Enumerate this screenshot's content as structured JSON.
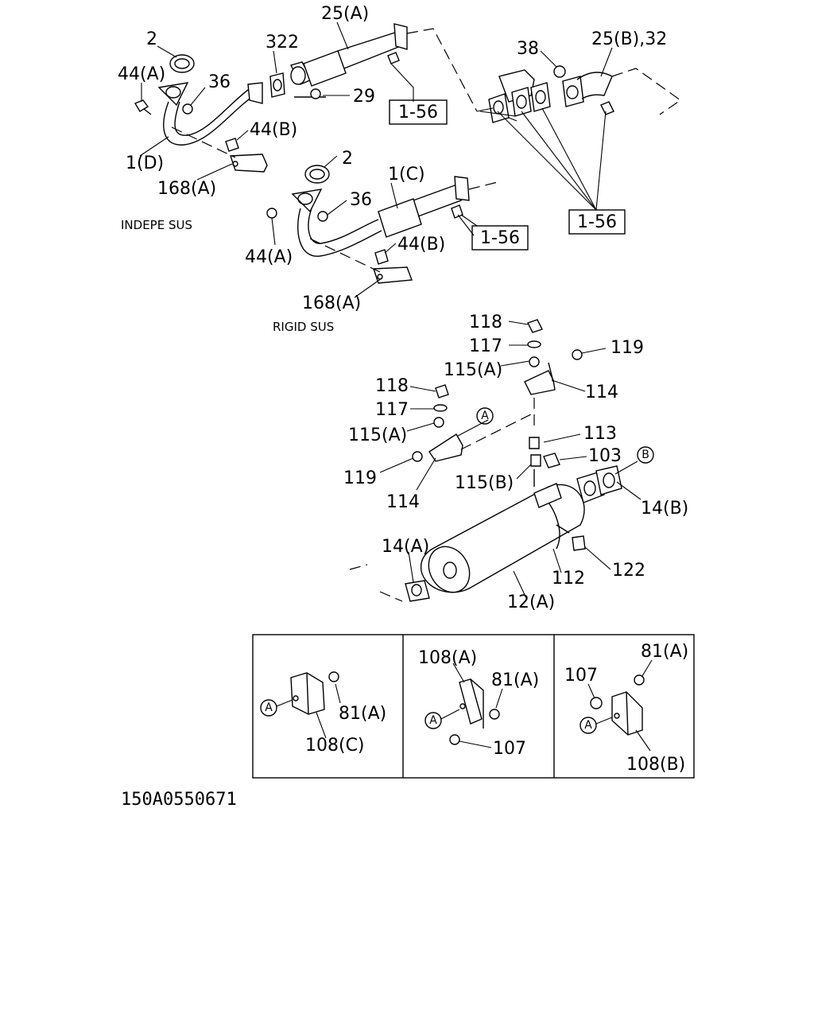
{
  "labels": {
    "p2_top": "2",
    "p25a": "25(A)",
    "p322": "322",
    "p44a_top": "44(A)",
    "p36_top": "36",
    "p29": "29",
    "p44b_top": "44(B)",
    "p1d": "1(D)",
    "p168a_top": "168(A)",
    "p38": "38",
    "p25b32": "25(B),32",
    "p2_mid": "2",
    "p1c": "1(C)",
    "p36_mid": "36",
    "p44b_mid": "44(B)",
    "p44a_mid": "44(A)",
    "p168a_mid": "168(A)",
    "p118_top": "118",
    "p117_top": "117",
    "p115a_top": "115(A)",
    "p119_right": "119",
    "p114_right": "114",
    "p118_left": "118",
    "p117_left": "117",
    "p115a_left": "115(A)",
    "p119_left": "119",
    "p114_left": "114",
    "p113": "113",
    "p103": "103",
    "p115b": "115(B)",
    "p14b": "14(B)",
    "p14a": "14(A)",
    "p122": "122",
    "p112": "112",
    "p12a": "12(A)",
    "inset1_81a": "81(A)",
    "inset1_108c": "108(C)",
    "inset2_108a": "108(A)",
    "inset2_81a": "81(A)",
    "inset2_107": "107",
    "inset3_81a": "81(A)",
    "inset3_107": "107",
    "inset3_108b": "108(B)"
  },
  "refs": {
    "ref_a": "1-56",
    "ref_b": "1-56",
    "ref_c": "1-56"
  },
  "circles": {
    "a": "A",
    "b": "B"
  },
  "notes": {
    "indepe_sus": "INDEPE SUS",
    "rigid_sus": "RIGID SUS"
  },
  "drawing_id": "150A0550671"
}
